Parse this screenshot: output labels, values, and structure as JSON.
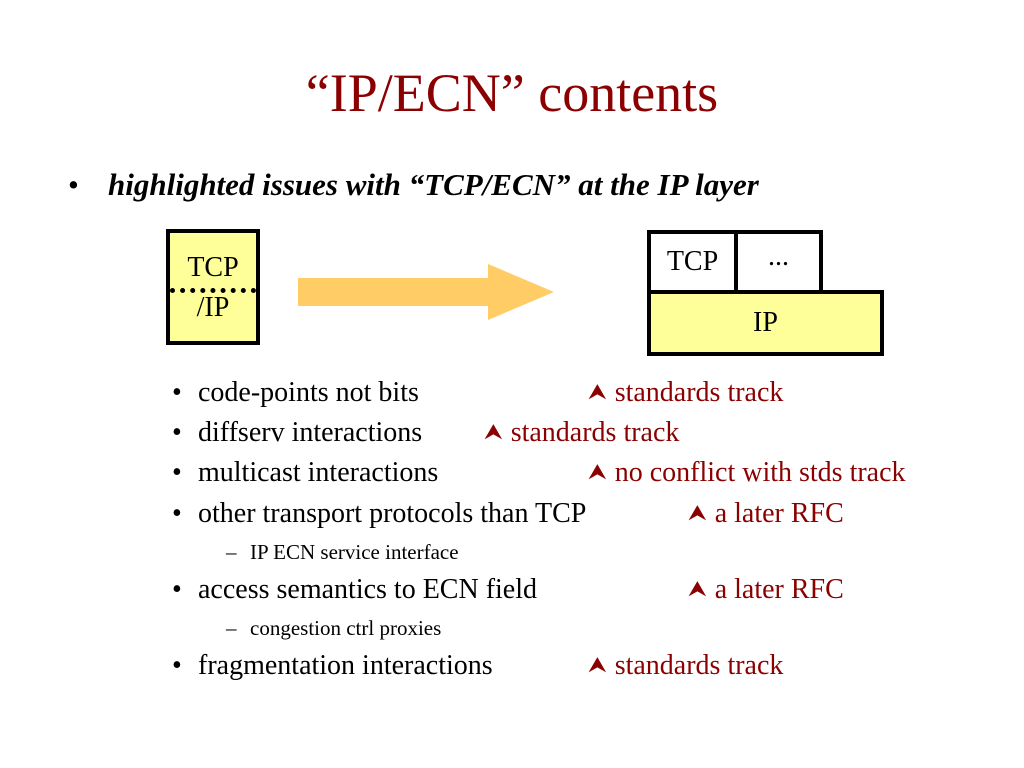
{
  "title": "“IP/ECN” contents",
  "main_bullet": {
    "marker": "•",
    "text": "highlighted issues with “TCP/ECN” at the IP layer"
  },
  "diagram": {
    "left": {
      "top_label": "TCP",
      "bottom_label": "/IP"
    },
    "right": {
      "tcp_label": "TCP",
      "other_label": "...",
      "ip_label": "IP"
    },
    "fill_color": "#ffff99",
    "arrow_color": "#ffcc66"
  },
  "items": [
    {
      "label": "code-points not bits",
      "result": "standards track",
      "marker": "•",
      "arrow": "⮝"
    },
    {
      "label": "diffserv interactions",
      "result": "standards track",
      "marker": "•",
      "arrow": "⮝"
    },
    {
      "label": "multicast interactions",
      "result": "no conflict with stds track",
      "marker": "•",
      "arrow": "⮝"
    },
    {
      "label": "other transport protocols than TCP",
      "result": "a later RFC",
      "marker": "•",
      "arrow": "⮝"
    },
    {
      "label": "IP ECN service interface",
      "marker": "–"
    },
    {
      "label": "access semantics to ECN field",
      "result": "a later RFC",
      "marker": "•",
      "arrow": "⮝"
    },
    {
      "label": "congestion ctrl proxies",
      "marker": "–"
    },
    {
      "label": "fragmentation interactions",
      "result": "standards track",
      "marker": "•",
      "arrow": "⮝"
    }
  ],
  "colors": {
    "title": "#8b0000",
    "result": "#8b0000"
  }
}
